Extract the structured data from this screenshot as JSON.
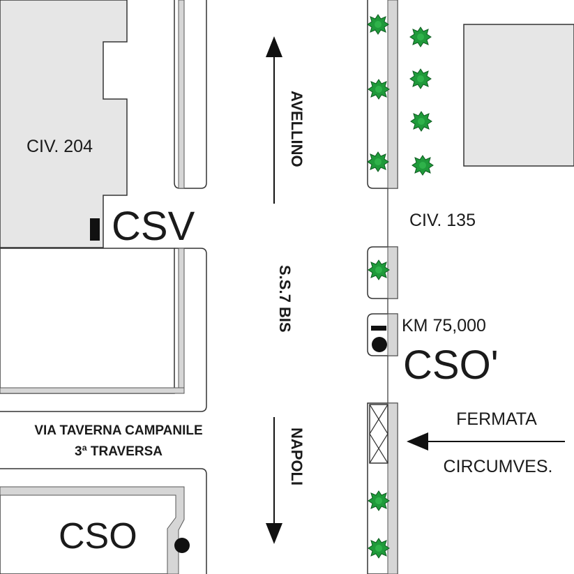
{
  "map": {
    "buildings": {
      "civ_204": "CIV. 204",
      "civ_135": "CIV. 135"
    },
    "road": {
      "name": "S.S.7 BIS",
      "km_marker": "KM 75,000",
      "direction_north": "AVELLINO",
      "direction_south": "NAPOLI"
    },
    "side_street": {
      "line1": "VIA TAVERNA CAMPANILE",
      "line2": "3ª TRAVERSA"
    },
    "markers": {
      "csv": "CSV",
      "cso_prime": "CSO'",
      "cso": "CSO"
    },
    "bus_stop": {
      "line1": "FERMATA",
      "line2": "CIRCUMVES."
    },
    "colors": {
      "block_fill": "#e6e6e6",
      "outline": "#333333",
      "tree": "#1f9a3a",
      "ink": "#111111"
    },
    "icons": [
      "tree-icon",
      "arrow-up-icon",
      "arrow-down-icon",
      "arrow-left-icon",
      "bus-stop-crossbox-icon",
      "meter-marker-icon"
    ]
  }
}
